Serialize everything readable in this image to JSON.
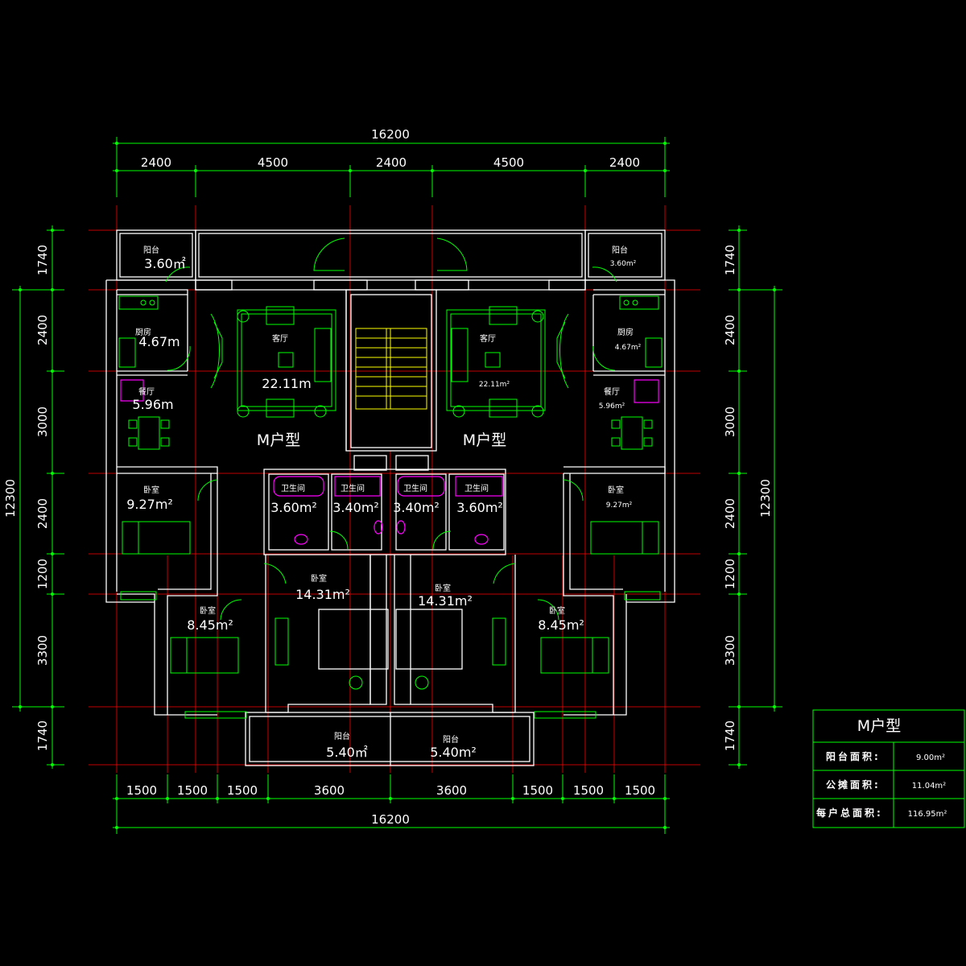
{
  "dimensions": {
    "top_total": "16200",
    "top_segments": [
      "2400",
      "4500",
      "2400",
      "4500",
      "2400"
    ],
    "bottom_segments": [
      "1500",
      "1500",
      "1500",
      "3600",
      "3600",
      "1500",
      "1500",
      "1500"
    ],
    "bottom_total": "16200",
    "left_segments": [
      "1740",
      "2400",
      "3000",
      "2400",
      "1200",
      "3300",
      "1740"
    ],
    "left_total": "12300",
    "right_segments": [
      "1740",
      "2400",
      "3000",
      "2400",
      "1200",
      "3300",
      "1740"
    ],
    "right_total": "12300"
  },
  "rooms": {
    "left": {
      "balcony_top": {
        "name": "阳台",
        "area": "3.60㎡"
      },
      "kitchen": {
        "name": "厨房",
        "area": "4.67m"
      },
      "living": {
        "name": "客厅",
        "area": "22.11m"
      },
      "dining": {
        "name": "餐厅",
        "area": "5.96m"
      },
      "unit_label": "M户型",
      "bedroom_a": {
        "name": "卧室",
        "area": "9.27m²"
      },
      "bath_a": {
        "name": "卫生间",
        "area": "3.60m²"
      },
      "bath_b": {
        "name": "卫生间",
        "area": "3.40m²"
      },
      "bedroom_b": {
        "name": "卧室",
        "area": "8.45m²"
      },
      "bedroom_master": {
        "name": "卧室",
        "area": "14.31m²"
      },
      "balcony_bottom": {
        "name": "阳台",
        "area": "5.40㎡"
      }
    },
    "right": {
      "balcony_top": {
        "name": "阳台",
        "area": "3.60m²"
      },
      "kitchen": {
        "name": "厨房",
        "area": "4.67m²"
      },
      "living": {
        "name": "客厅",
        "area": "22.11m²"
      },
      "dining": {
        "name": "餐厅",
        "area": "5.96m²"
      },
      "unit_label": "M户型",
      "bedroom_a": {
        "name": "卧室",
        "area": "9.27m²"
      },
      "bath_a": {
        "name": "卫生间",
        "area": "3.60m²"
      },
      "bath_b": {
        "name": "卫生间",
        "area": "3.40m²"
      },
      "bedroom_b": {
        "name": "卧室",
        "area": "8.45m²"
      },
      "bedroom_master": {
        "name": "卧室",
        "area": "14.31m²"
      },
      "balcony_bottom": {
        "name": "阳台",
        "area": "5.40m²"
      }
    }
  },
  "summary_table": {
    "title": "M户型",
    "rows": [
      {
        "key": "阳台面积:",
        "value": "9.00m²"
      },
      {
        "key": "公摊面积:",
        "value": "11.04m²"
      },
      {
        "key": "每户总面积:",
        "value": "116.95m²"
      }
    ]
  },
  "colors": {
    "background": "#000000",
    "walls": "#ffffff",
    "dimension_lines": "#00ff00",
    "axis_lines": "#ff0000",
    "sanitary_fixtures": "#ff00ff",
    "stairs": "#ffff00"
  }
}
